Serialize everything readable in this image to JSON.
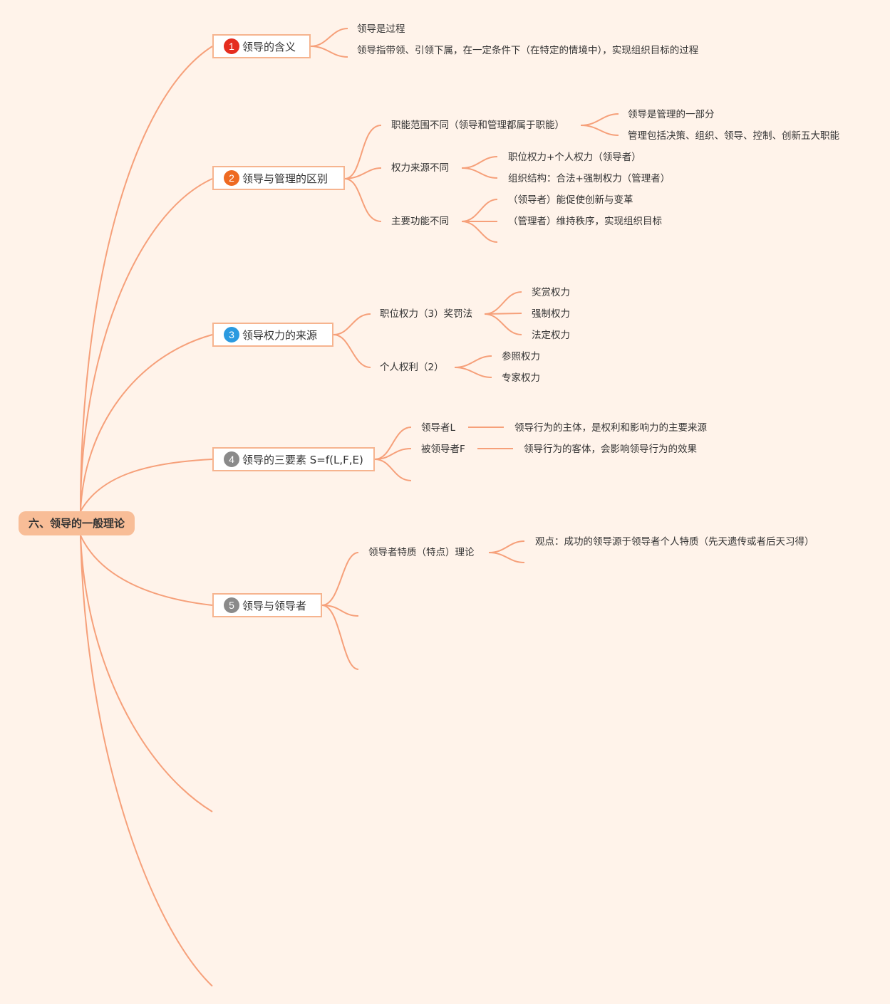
{
  "root": {
    "label": "六、领导的一般理论"
  },
  "colors": {
    "line": "#f6a07a",
    "root_fill": "#f8bd97",
    "topic_border": "#f6b48f",
    "background": "#fff3ea",
    "badge1": "#e52d1f",
    "badge2": "#ee6a22",
    "badge3": "#2a9ae0",
    "badge4": "#8a8a8a",
    "badge5": "#8a8a8a"
  },
  "topics": [
    {
      "number": "1",
      "label": "领导的含义",
      "children": [
        {
          "label": "领导是过程"
        },
        {
          "label": "领导指带领、引领下属，在一定条件下（在特定的情境中），实现组织目标的过程"
        }
      ]
    },
    {
      "number": "2",
      "label": "领导与管理的区别",
      "children": [
        {
          "label": "职能范围不同（领导和管理都属于职能）",
          "children": [
            {
              "label": "领导是管理的一部分"
            },
            {
              "label": "管理包括决策、组织、领导、控制、创新五大职能"
            }
          ]
        },
        {
          "label": "权力来源不同",
          "children": [
            {
              "label": "职位权力+个人权力（领导者）"
            },
            {
              "label": "组织结构：合法+强制权力（管理者）"
            }
          ]
        },
        {
          "label": "主要功能不同",
          "children": [
            {
              "label": "（领导者）能促使创新与变革"
            },
            {
              "label": "（管理者）维持秩序，实现组织目标"
            }
          ]
        }
      ]
    },
    {
      "number": "3",
      "label": "领导权力的来源",
      "children": [
        {
          "label": "职位权力（3）奖罚法",
          "children": [
            {
              "label": "奖赏权力"
            },
            {
              "label": "强制权力"
            },
            {
              "label": "法定权力"
            }
          ]
        },
        {
          "label": "个人权利（2）",
          "children": [
            {
              "label": "参照权力"
            },
            {
              "label": "专家权力"
            }
          ]
        }
      ]
    },
    {
      "number": "4",
      "label": "领导的三要素 S=f(L,F,E)",
      "children": [
        {
          "label": "领导者L",
          "detail": "领导行为的主体，是权利和影响力的主要来源"
        },
        {
          "label": "被领导者F",
          "detail": "领导行为的客体，会影响领导行为的效果"
        }
      ]
    },
    {
      "number": "5",
      "label": "领导与领导者",
      "children": [
        {
          "label": "领导者特质（特点）理论",
          "children": [
            {
              "label": "观点：成功的领导源于领导者个人特质（先天遗传或者后天习得）"
            }
          ]
        }
      ]
    }
  ]
}
